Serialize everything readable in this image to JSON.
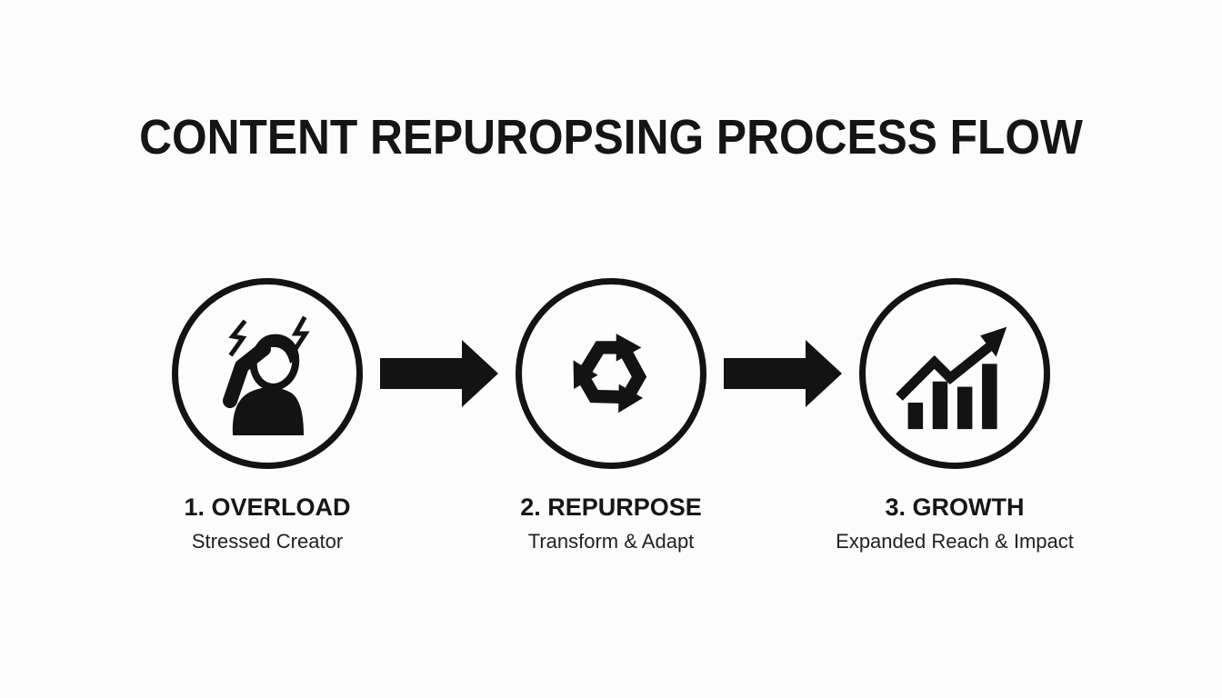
{
  "title": "CONTENT REPUROPSING PROCESS FLOW",
  "steps": [
    {
      "icon": "stressed-person-icon",
      "label": "1. OVERLOAD",
      "subtitle": "Stressed Creator"
    },
    {
      "icon": "recycle-icon",
      "label": "2. REPURPOSE",
      "subtitle": "Transform & Adapt"
    },
    {
      "icon": "growth-chart-icon",
      "label": "3. GROWTH",
      "subtitle": "Expanded Reach & Impact"
    }
  ],
  "connectors": [
    {
      "icon": "right-arrow-icon"
    },
    {
      "icon": "right-arrow-icon"
    }
  ],
  "colors": {
    "background": "#fcfcfc",
    "ink": "#131313"
  }
}
